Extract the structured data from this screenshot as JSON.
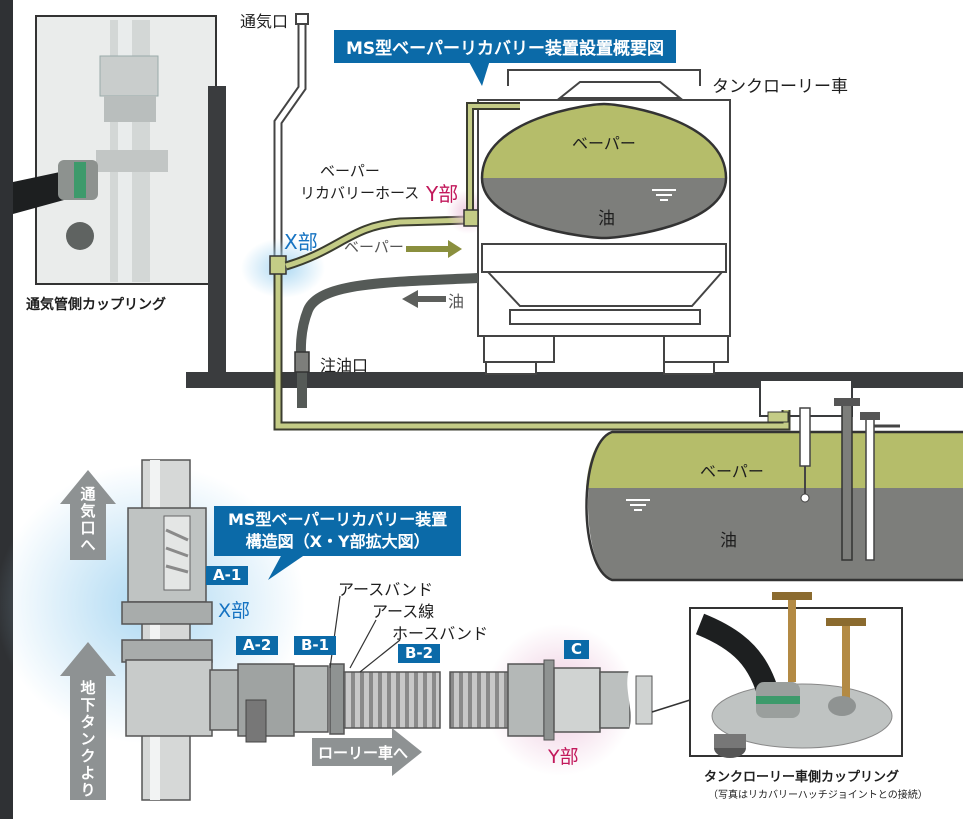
{
  "diagram_title": "MS型ベーパーリカバリー装置設置概要図",
  "structure_title_line1": "MS型ベーパーリカバリー装置",
  "structure_title_line2": "構造図（X・Y部拡大図）",
  "labels": {
    "vent_outlet": "通気口",
    "tank_lorry": "タンクローリー車",
    "vapor": "ベーパー",
    "oil": "油",
    "vapor_hose_line1": "ベーパー",
    "vapor_hose_line2": "リカバリーホース",
    "y_part": "Y部",
    "x_part": "X部",
    "vapor_arrow": "ベーパー",
    "oil_arrow": "油",
    "fill_port": "注油口",
    "vent_coupling": "通気管側カップリング",
    "earth_band": "アースバンド",
    "earth_wire": "アース線",
    "hose_band": "ホースバンド",
    "to_vent": "通気口へ",
    "from_tank": "地下タンクより",
    "to_lorry": "ローリー車へ",
    "lorry_coupling": "タンクローリー車側カップリング",
    "lorry_coupling_note": "（写真はリカバリーハッチジョイントとの接続）",
    "underground_vapor": "ベーパー",
    "underground_oil": "油"
  },
  "tags": {
    "a1": "A-1",
    "a2": "A-2",
    "b1": "B-1",
    "b2": "B-2",
    "c": "C"
  },
  "colors": {
    "accent": "#0b6aa8",
    "vapor_fill": "#b5bd6a",
    "oil_fill": "#7d7e7b",
    "pipe_green": "#c4cc86",
    "magenta": "#c2185b"
  }
}
